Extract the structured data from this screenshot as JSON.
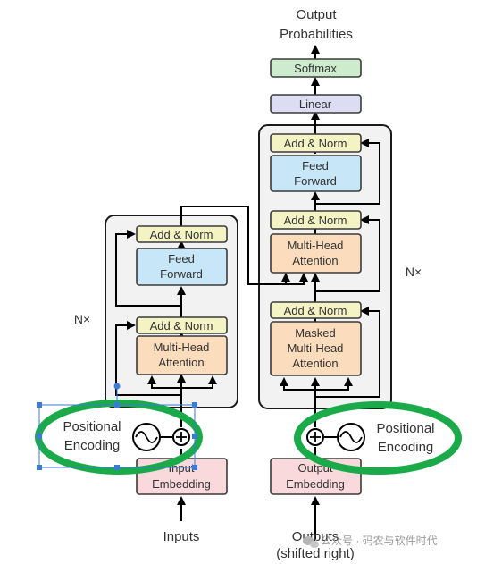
{
  "output_probabilities": [
    "Output",
    "Probabilities"
  ],
  "softmax": "Softmax",
  "linear": "Linear",
  "add_norm": "Add & Norm",
  "feed_forward": [
    "Feed",
    "Forward"
  ],
  "multi_head_attention": [
    "Multi-Head",
    "Attention"
  ],
  "masked_multi_head_attention": [
    "Masked",
    "Multi-Head",
    "Attention"
  ],
  "nx": "N×",
  "positional_encoding": [
    "Positional",
    "Encoding"
  ],
  "input_embedding": [
    "Input",
    "Embedding"
  ],
  "output_embedding": [
    "Output",
    "Embedding"
  ],
  "inputs": "Inputs",
  "outputs": [
    "Outputs",
    "(shifted right)"
  ],
  "watermark": "公众号 · 码农与软件时代",
  "colors": {
    "add_norm": "#f4f3c4",
    "feed_forward": "#c7e6f7",
    "attention": "#fbdcbc",
    "embedding": "#f9d9dc",
    "softmax": "#cdeccd",
    "linear": "#dcdcf2",
    "highlight": "#1aaa4a",
    "selection": "#3a7bd5"
  }
}
